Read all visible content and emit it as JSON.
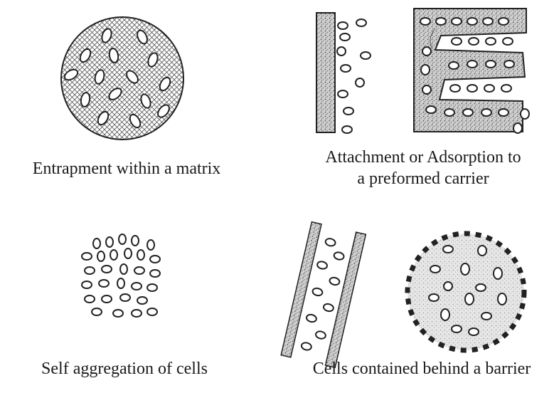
{
  "panels": [
    {
      "caption_lines": [
        "Entrapment within a matrix"
      ]
    },
    {
      "caption_lines": [
        "Attachment or Adsorption to",
        "a preformed carrier"
      ]
    },
    {
      "caption_lines": [
        "Self aggregation of cells"
      ]
    },
    {
      "caption_lines": [
        "Cells contained behind a barrier"
      ]
    }
  ]
}
